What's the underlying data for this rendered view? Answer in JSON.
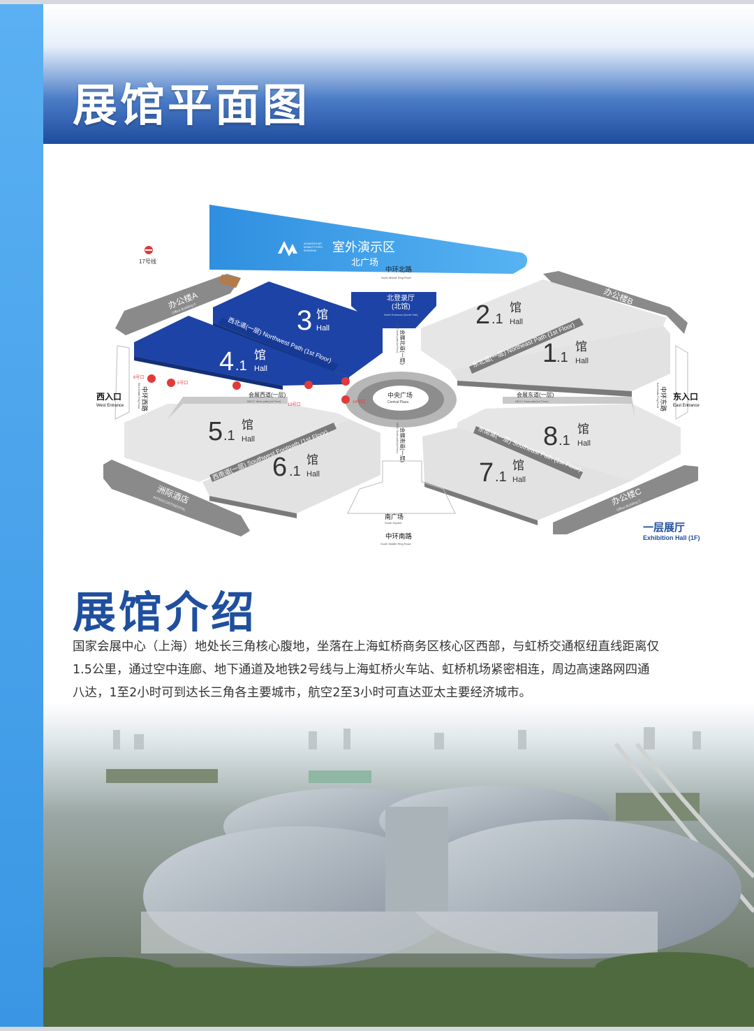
{
  "header": {
    "title": "展馆平面图"
  },
  "floor_plan": {
    "outdoor": {
      "title": "室外演示区",
      "square": "北广场"
    },
    "roads": {
      "north": "中环北路",
      "north_en": "North Middle Ring Road",
      "south": "中环南路",
      "south_en": "South Middle Ring Road",
      "west_vertical": "中环西路",
      "west_en": "West Middle Ring Road",
      "east_vertical": "中环东路",
      "east_en": "East Middle Ring Road"
    },
    "metro": {
      "line17": "17号线",
      "gate6": "6号口",
      "gate5": "5号口",
      "gate13": "13号口",
      "gate14": "14号口"
    },
    "entrances": {
      "west": "西入口",
      "west_en": "West Entrance",
      "east": "东入口",
      "east_en": "East Entrance",
      "north_hall": "北登录厅",
      "north_hall_sub": "(北馆)",
      "north_hall_en": "North Entrance (North Hall)"
    },
    "plazas": {
      "central": "中央广场",
      "central_en": "Central Plaza",
      "south": "南广场",
      "south_en": "South Square"
    },
    "buildings": {
      "a": "办公楼A",
      "a_en": "Office Building A",
      "b": "办公楼B",
      "b_en": "Office Building B",
      "c": "办公楼C",
      "c_en": "Office Building C",
      "hotel": "洲际酒店",
      "hotel_en": "INTERCONTINENTAL"
    },
    "paths": {
      "northwest": "西北道(一层) Northwest Path (1st Floor)",
      "northeast": "东北道(一层) Northeast Path (1st Floor)",
      "southwest": "西南道(一层) Southwest Footpath (1st Floor)",
      "southeast": "东南道(一层) Southeast Path (1st Floor)",
      "west": "会展西道(一层)",
      "west_en": "NECC West path(1st Floor)",
      "east": "会展东道(一层)",
      "east_en": "NECC East path(1st Floor)",
      "north": "会展北道(一层)",
      "north_en": "NECC North path(1st Floor)",
      "south": "会展南道(一层)",
      "south_en": "NECC South path(1st Floor)"
    },
    "halls": [
      {
        "num": "3",
        "sub": "",
        "cn": "馆",
        "en": "Hall",
        "highlight": true
      },
      {
        "num": "4",
        "sub": ".1",
        "cn": "馆",
        "en": "Hall",
        "highlight": true
      },
      {
        "num": "2",
        "sub": ".1",
        "cn": "馆",
        "en": "Hall",
        "highlight": false
      },
      {
        "num": "1",
        "sub": ".1",
        "cn": "馆",
        "en": "Hall",
        "highlight": false
      },
      {
        "num": "5",
        "sub": ".1",
        "cn": "馆",
        "en": "Hall",
        "highlight": false
      },
      {
        "num": "6",
        "sub": ".1",
        "cn": "馆",
        "en": "Hall",
        "highlight": false
      },
      {
        "num": "8",
        "sub": ".1",
        "cn": "馆",
        "en": "Hall",
        "highlight": false
      },
      {
        "num": "7",
        "sub": ".1",
        "cn": "馆",
        "en": "Hall",
        "highlight": false
      }
    ],
    "legend": {
      "cn": "一层展厅",
      "en": "Exhibition Hall (1F)"
    },
    "brand_lines": [
      "ADVANCED AIR",
      "MOBILITY EXPO",
      "SHANGHAI"
    ]
  },
  "intro": {
    "title": "展馆介绍",
    "lines": [
      "国家会展中心（上海）地处长三角核心腹地，坐落在上海虹桥商务区核心区西部，与虹桥交通枢纽直线距离仅",
      "1.5公里，通过空中连廊、地下通道及地铁2号线与上海虹桥火车站、虹桥机场紧密相连，周边高速路网四通",
      "八达，1至2小时可到达长三角各主要城市，航空2至3小时可直达亚太主要经济城市。"
    ]
  },
  "colors": {
    "accent_blue": "#1f4f9e",
    "hall_blue": "#1d43a6",
    "sky_blue": "#3a9be6",
    "hall_grey": "#e6e6e6"
  }
}
